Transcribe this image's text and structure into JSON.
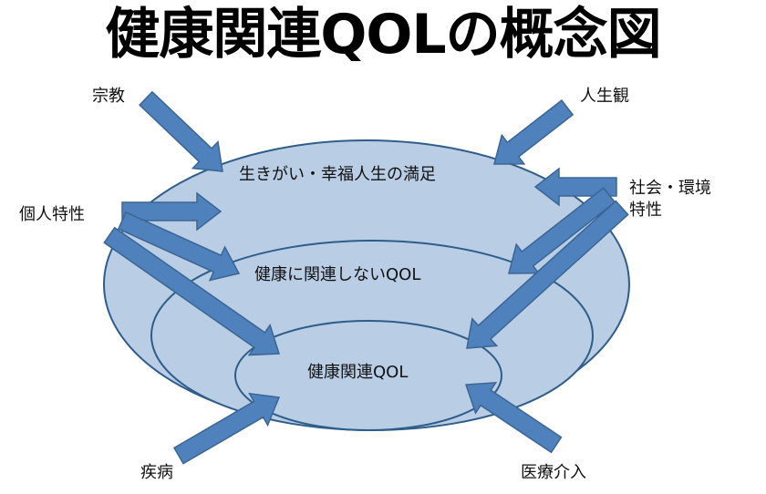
{
  "title": "健康関連QOLの概念図",
  "colors": {
    "ellipse_fill": "#b9cde5",
    "ellipse_stroke": "#2f5d8a",
    "arrow_fill": "#4f81bd",
    "arrow_stroke": "#3b6594"
  },
  "regions": {
    "outer": "生きがい・幸福人生の満足",
    "middle": "健康に関連しないQOL",
    "inner": "健康関連QOL"
  },
  "factors": {
    "religion": "宗教",
    "outlook": "人生観",
    "personal": "個人特性",
    "social_line1": "社会・環境",
    "social_line2": "特性",
    "disease": "疾病",
    "medical": "医療介入"
  },
  "arrows": [
    {
      "from": "宗教",
      "to": "生きがい・幸福人生の満足"
    },
    {
      "from": "人生観",
      "to": "生きがい・幸福人生の満足"
    },
    {
      "from": "社会・環境特性",
      "to": "生きがい・幸福人生の満足"
    },
    {
      "from": "社会・環境特性",
      "to": "健康に関連しないQOL"
    },
    {
      "from": "社会・環境特性",
      "to": "健康関連QOL"
    },
    {
      "from": "個人特性",
      "to": "生きがい・幸福人生の満足"
    },
    {
      "from": "個人特性",
      "to": "健康に関連しないQOL"
    },
    {
      "from": "個人特性",
      "to": "健康関連QOL"
    },
    {
      "from": "疾病",
      "to": "健康関連QOL"
    },
    {
      "from": "医療介入",
      "to": "健康関連QOL"
    }
  ]
}
